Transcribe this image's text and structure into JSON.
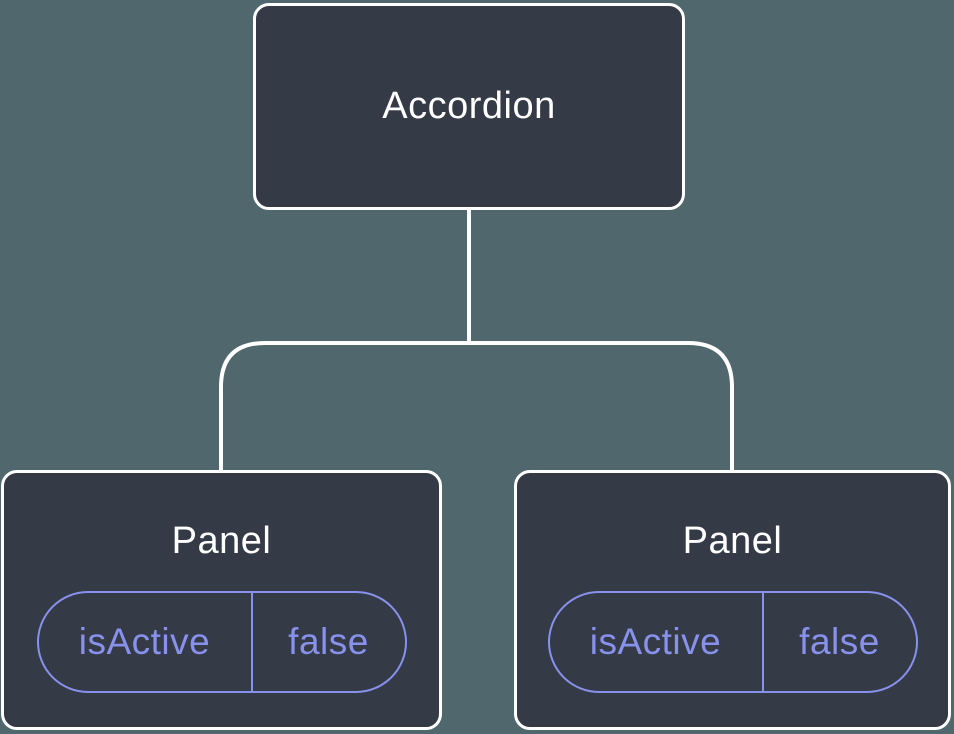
{
  "diagram": {
    "root": {
      "label": "Accordion"
    },
    "panels": [
      {
        "title": "Panel",
        "prop_name": "isActive",
        "prop_value": "false"
      },
      {
        "title": "Panel",
        "prop_name": "isActive",
        "prop_value": "false"
      }
    ],
    "colors": {
      "background": "#4F676D",
      "node_fill": "#343A46",
      "node_border": "#FFFFFF",
      "connector": "#FFFFFF",
      "title_text": "#FFFFFF",
      "accent": "#8891EC"
    }
  }
}
